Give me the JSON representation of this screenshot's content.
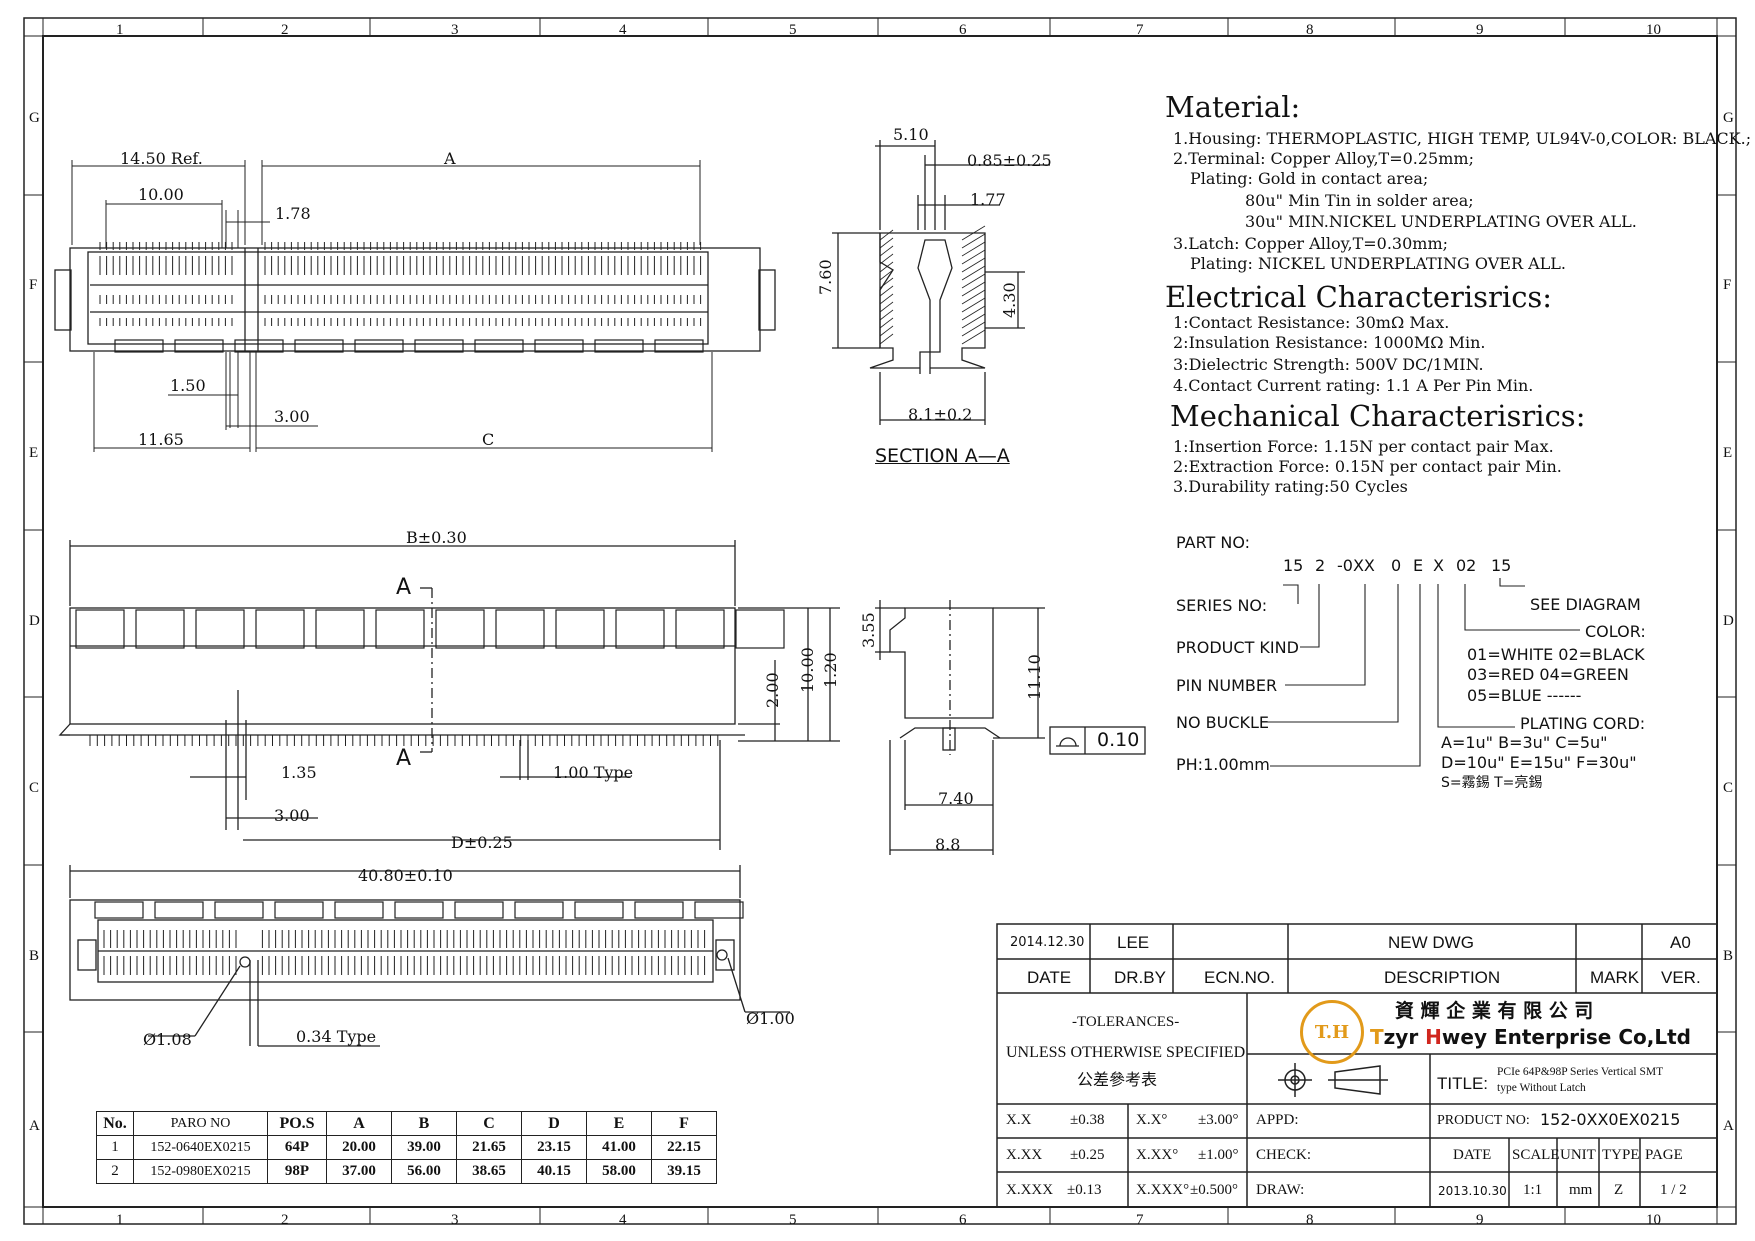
{
  "grid": {
    "cols": [
      "1",
      "2",
      "3",
      "4",
      "5",
      "6",
      "7",
      "8",
      "9",
      "10"
    ],
    "rows": [
      "G",
      "F",
      "E",
      "D",
      "C",
      "B",
      "A"
    ]
  },
  "material": {
    "heading": "Material:",
    "lines": [
      "1.Housing: THERMOPLASTIC, HIGH TEMP, UL94V-0,COLOR: BLACK.;",
      "2.Terminal: Copper Alloy,T=0.25mm;",
      "Plating: Gold in contact area;",
      "80u\" Min Tin in solder area;",
      "30u\" MIN.NICKEL UNDERPLATING OVER ALL.",
      "3.Latch:  Copper Alloy,T=0.30mm;",
      "Plating: NICKEL UNDERPLATING OVER ALL."
    ]
  },
  "electrical": {
    "heading": "Electrical Characterisrics:",
    "lines": [
      "1:Contact Resistance: 30mΩ Max.",
      "2:Insulation Resistance: 1000MΩ Min.",
      "3:Dielectric Strength: 500V DC/1MIN.",
      "4.Contact Current rating: 1.1 A Per Pin Min."
    ]
  },
  "mechanical": {
    "heading": "Mechanical Characterisrics:",
    "lines": [
      "1:Insertion Force: 1.15N per contact pair Max.",
      "2:Extraction Force: 0.15N per contact pair Min.",
      "3.Durability rating:50 Cycles"
    ]
  },
  "partno": {
    "label": "PART NO:",
    "code": [
      "15",
      "2",
      "-0XX",
      "0",
      "E",
      "X",
      "02",
      "15"
    ],
    "series": "SERIES NO:",
    "product": "PRODUCT KIND",
    "pin": "PIN NUMBER",
    "buckle": "NO BUCKLE",
    "ph": "PH:1.00mm",
    "see": "SEE DIAGRAM",
    "color_label": "COLOR:",
    "colors": [
      "01=WHITE  02=BLACK",
      "03=RED    04=GREEN",
      "05=BLUE  ------"
    ],
    "plating_label": "PLATING CORD:",
    "plating": [
      "A=1u\"   B=3u\"   C=5u\"",
      "D=10u\"  E=15u\"  F=30u\"",
      "S=霧錫    T=亮錫"
    ]
  },
  "dims": {
    "top_ref": "14.50 Ref.",
    "top_a": "A",
    "top_10": "10.00",
    "top_178": "1.78",
    "top_150": "1.50",
    "top_300": "3.00",
    "top_1165": "11.65",
    "top_c": "C",
    "sec_510": "5.10",
    "sec_085": "0.85±0.25",
    "sec_177": "1.77",
    "sec_760": "7.60",
    "sec_430": "4.30",
    "sec_81": "8.1±0.2",
    "sec_title": "SECTION A—A",
    "front_b": "B±0.30",
    "front_a": "A",
    "front_a2": "A",
    "front_200": "2.00",
    "front_1000": "10.00",
    "front_120": "1.20",
    "front_135": "1.35",
    "front_100": "1.00 Type",
    "front_300": "3.00",
    "front_d": "D±0.25",
    "side_355": "3.55",
    "side_1110": "11.10",
    "side_740": "7.40",
    "side_88": "8.8",
    "flat_val": "0.10",
    "bottom_40": "40.80±0.10",
    "bottom_108": "Ø1.08",
    "bottom_034": "0.34 Type",
    "bottom_100": "Ø1.00"
  },
  "parts_table": {
    "headers": [
      "No.",
      "PARO NO",
      "PO.S",
      "A",
      "B",
      "C",
      "D",
      "E",
      "F"
    ],
    "rows": [
      [
        "1",
        "152-0640EX0215",
        "64P",
        "20.00",
        "39.00",
        "21.65",
        "23.15",
        "41.00",
        "22.15"
      ],
      [
        "2",
        "152-0980EX0215",
        "98P",
        "37.00",
        "56.00",
        "38.65",
        "40.15",
        "58.00",
        "39.15"
      ]
    ]
  },
  "titleblock": {
    "rev_date": "2014.12.30",
    "rev_by": "LEE",
    "rev_desc": "NEW DWG",
    "rev_ver": "A0",
    "h_date": "DATE",
    "h_drby": "DR.BY",
    "h_ecn": "ECN.NO.",
    "h_desc": "DESCRIPTION",
    "h_mark": "MARK",
    "h_ver": "VER.",
    "tol1": "-TOLERANCES-",
    "tol2": "UNLESS OTHERWISE SPECIFIED",
    "tol3": "公差參考表",
    "company_cn": "資 輝 企 業 有 限 公 司",
    "company_en_1": "T",
    "company_en_2": "zyr ",
    "company_en_3": "H",
    "company_en_4": "wey Enterprise Co,Ltd",
    "logo": "T.H",
    "title_label": "TITLE:",
    "title_text_1": "PCIe 64P&98P Series Vertical SMT",
    "title_text_2": "type Without Latch",
    "x1": "X.X",
    "x1v": "±0.38",
    "a1": "X.X°",
    "a1v": "±3.00°",
    "x2": "X.XX",
    "x2v": "±0.25",
    "a2": "X.XX°",
    "a2v": "±1.00°",
    "x3": "X.XXX",
    "x3v": "±0.13",
    "a3": "X.XXX°",
    "a3v": "±0.500°",
    "appd": "APPD:",
    "check": "CHECK:",
    "draw": "DRAW:",
    "prod_label": "PRODUCT NO:",
    "prod_no": "152-0XX0EX0215",
    "c_date": "DATE",
    "c_scale": "SCALE",
    "c_unit": "UNIT",
    "c_type": "TYPE",
    "c_page": "PAGE",
    "v_date": "2013.10.30",
    "v_scale": "1:1",
    "v_unit": "mm",
    "v_type": "Z",
    "v_page": "1 / 2"
  }
}
